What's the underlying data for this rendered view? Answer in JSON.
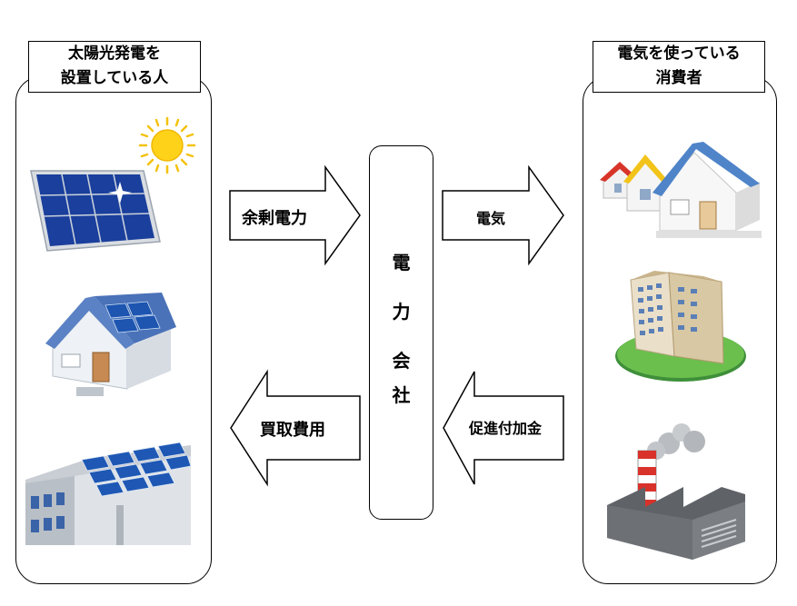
{
  "left_panel": {
    "title_line1": "太陽光発電を",
    "title_line2": "設置している人"
  },
  "right_panel": {
    "title_line1": "電気を使っている",
    "title_line2": "消費者"
  },
  "company": {
    "chars": [
      "電",
      "力",
      "会",
      "社"
    ]
  },
  "arrows": {
    "surplus": "余剰電力",
    "electricity": "電気",
    "purchase": "買取費用",
    "surcharge": "促進付加金"
  },
  "icons": [
    "sun-icon",
    "solar-panel-icon",
    "house-with-solar-icon",
    "building-with-solar-icon",
    "houses-icon",
    "apartment-building-icon",
    "factory-icon"
  ]
}
